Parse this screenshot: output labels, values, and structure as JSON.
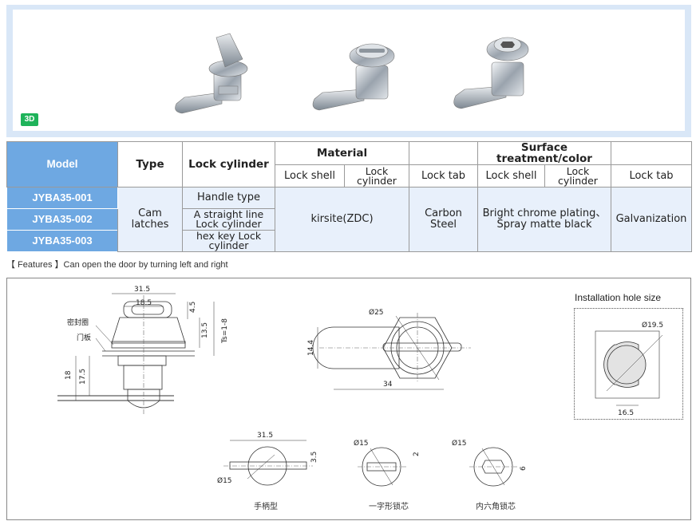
{
  "photo_panel": {
    "badge": "3D"
  },
  "table": {
    "headers": {
      "model": "Model",
      "type": "Type",
      "lock_cylinder": "Lock cylinder",
      "material": "Material",
      "surface": "Surface treatment/color",
      "lock_shell": "Lock shell",
      "lock_cylinder_sub": "Lock cylinder",
      "lock_tab": "Lock tab",
      "surface_lock_shell": "Lock shell",
      "surface_lock_cylinder": "Lock cylinder",
      "surface_lock_tab": "Lock tab"
    },
    "models": [
      "JYBA35-001",
      "JYBA35-002",
      "JYBA35-003"
    ],
    "type_value": "Cam latches",
    "cylinders": [
      "Handle type",
      "A straight line Lock cylinder",
      "hex key Lock cylinder"
    ],
    "material_shell_cyl": "kirsite(ZDC)",
    "material_tab": "Carbon Steel",
    "surface_shell_cyl": "Bright chrome plating、Spray matte black",
    "surface_tab": "Galvanization"
  },
  "features": "【 Features 】Can open the door by turning left and right",
  "drawing": {
    "install_title": "Installation hole size",
    "captions": {
      "handle": "手柄型",
      "straight": "一字形锁芯",
      "hex": "内六角锁芯"
    },
    "labels": {
      "seal": "密封圈",
      "door": "门板",
      "d31_5": "31.5",
      "d18_5": "18.5",
      "d4_5": "4.5",
      "d13_5": "13.5",
      "ts": "Ts=1-8",
      "d18": "18",
      "d17_5": "17.5",
      "phi25": "Ø25",
      "d14_4": "14.4",
      "d34": "34",
      "phi19_5": "Ø19.5",
      "d16_5": "16.5",
      "b31_5": "31.5",
      "b3_5": "3.5",
      "bphi15a": "Ø15",
      "bphi15b": "Ø15",
      "b2": "2",
      "bphi15c": "Ø15",
      "b6": "6"
    }
  }
}
